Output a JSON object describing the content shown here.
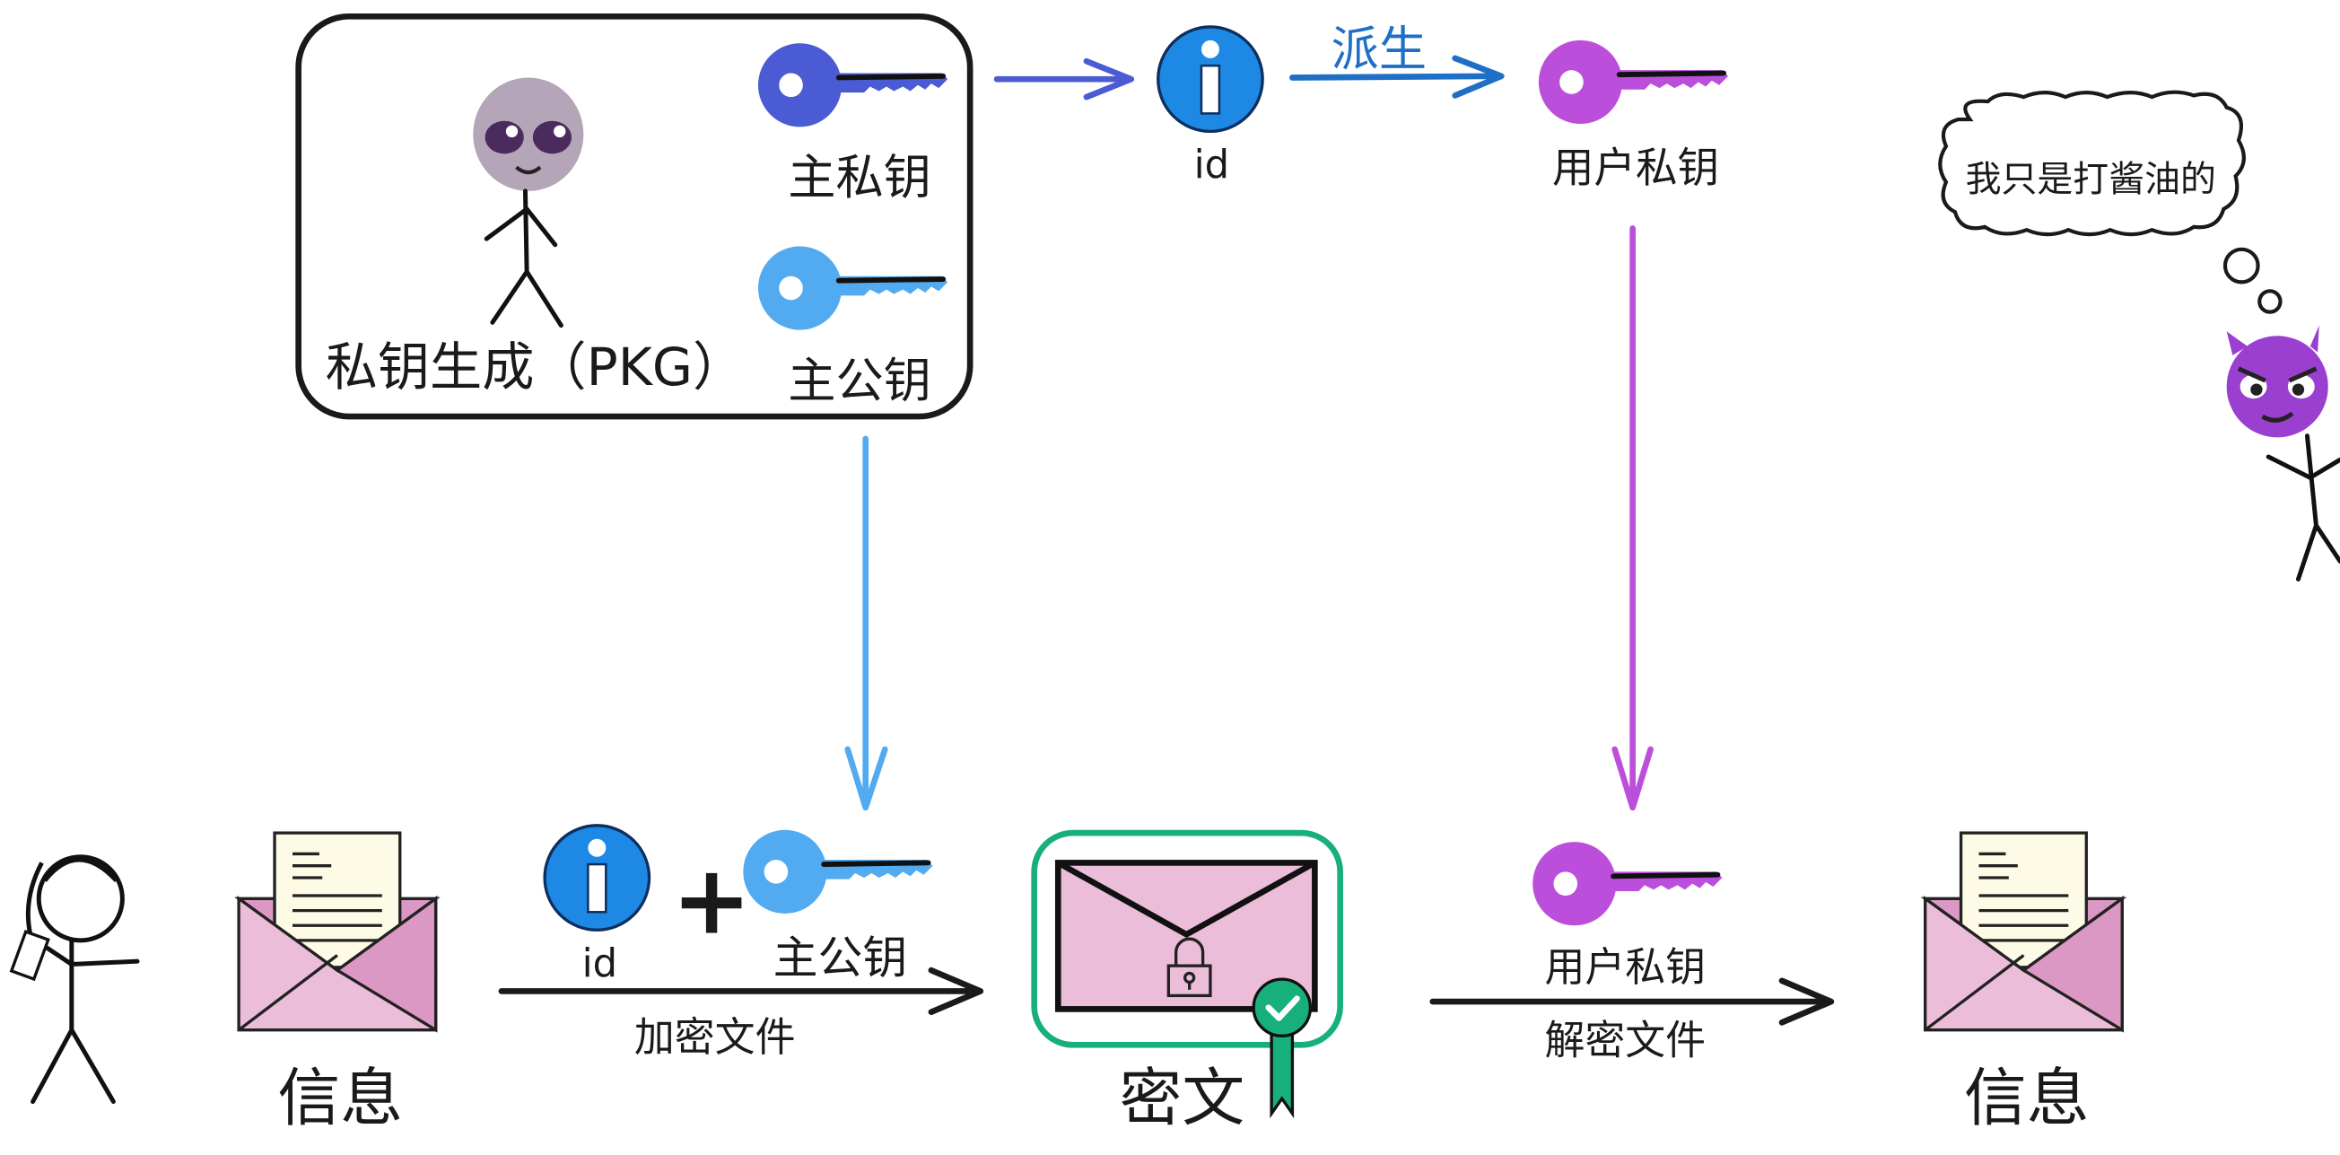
{
  "pkg": {
    "title": "私钥生成（PKG）",
    "master_private_key_label": "主私钥",
    "master_public_key_label": "主公钥"
  },
  "derive": {
    "id_label": "id",
    "derive_label": "派生",
    "user_private_key_label": "用户私钥"
  },
  "attacker": {
    "thought": "我只是打酱油的"
  },
  "sender": {
    "message_label": "信息",
    "id_label": "id",
    "plus": "+",
    "master_public_key_label": "主公钥",
    "encrypt_label": "加密文件"
  },
  "ciphertext": {
    "label": "密文"
  },
  "receiver": {
    "user_private_key_label": "用户私钥",
    "decrypt_label": "解密文件",
    "message_label": "信息"
  },
  "colors": {
    "master_private_key": "#4a5bd4",
    "master_public_key": "#52aaf0",
    "user_private_key": "#bb4fdb",
    "id_icon": "#1e88e5",
    "derive_arrow": "#1f6fc6",
    "envelope": "#ebbdd9",
    "envelope_dark": "#dc98c4",
    "letter": "#fdfbe6",
    "cipher_frame": "#17b07b",
    "attacker": "#9b3fd0",
    "alien_head": "#b5a5b8"
  }
}
